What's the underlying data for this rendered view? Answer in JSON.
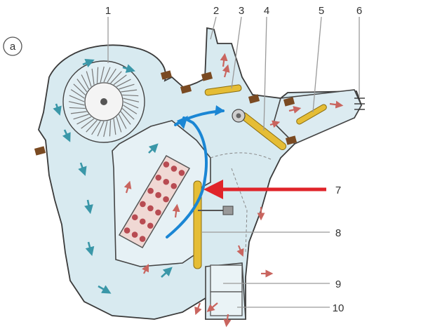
{
  "figure": {
    "panel_label": "a",
    "callouts": [
      "1",
      "2",
      "3",
      "4",
      "5",
      "6",
      "7",
      "8",
      "9",
      "10"
    ]
  },
  "colors": {
    "housing_fill": "#d8eaf0",
    "housing_stroke": "#3a3a3a",
    "cold_air": "#3a97a8",
    "warm_air": "#c9655f",
    "flap": "#e5bd35",
    "heater_core": "#f0d8d4",
    "heater_tube": "#b84b52",
    "highlight_arrow": "#e0242a",
    "flow_line": "#1a86d4",
    "bracket": "#7a4a22"
  }
}
